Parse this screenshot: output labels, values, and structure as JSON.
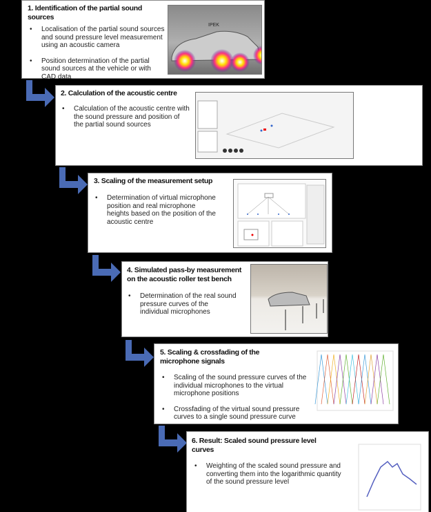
{
  "steps": [
    {
      "title": "1. Identification of the partial sound sources",
      "bullets": [
        "Localisation of the partial sound sources and sound pressure level measurement using an acoustic camera",
        "Position determination of the partial sound sources at the vehicle or with CAD data"
      ],
      "image": "acoustic-camera-vehicle-photo",
      "image_label": "IPEK"
    },
    {
      "title": "2. Calculation of the acoustic centre",
      "bullets": [
        "Calculation of the acoustic centre with the sound pressure and position of the partial sound sources"
      ],
      "image": "acoustic-centre-software-screenshot"
    },
    {
      "title": "3. Scaling of the measurement setup",
      "bullets": [
        "Determination of virtual microphone position and real microphone heights based on the position of the acoustic centre"
      ],
      "image": "measurement-setup-software-screenshot"
    },
    {
      "title": "4. Simulated pass-by measurement on the acoustic roller test bench",
      "bullets": [
        "Determination of the real sound pressure curves of the individual microphones"
      ],
      "image": "roller-test-bench-photo"
    },
    {
      "title": "5. Scaling & crossfading of the microphone signals",
      "bullets": [
        "Scaling of the sound pressure curves of the individual microphones to the virtual microphone positions",
        "Crossfading of the virtual sound pressure curves to a single sound pressure curve"
      ],
      "image": "crossfading-chart"
    },
    {
      "title": "6. Result: Scaled sound pressure level curves",
      "bullets": [
        "Weighting of the scaled sound pressure and converting them into the logarithmic quantity of the sound pressure level"
      ],
      "image": "sound-pressure-level-chart"
    }
  ],
  "colors": {
    "arrow": "#4a6bb5",
    "background": "#000000"
  }
}
